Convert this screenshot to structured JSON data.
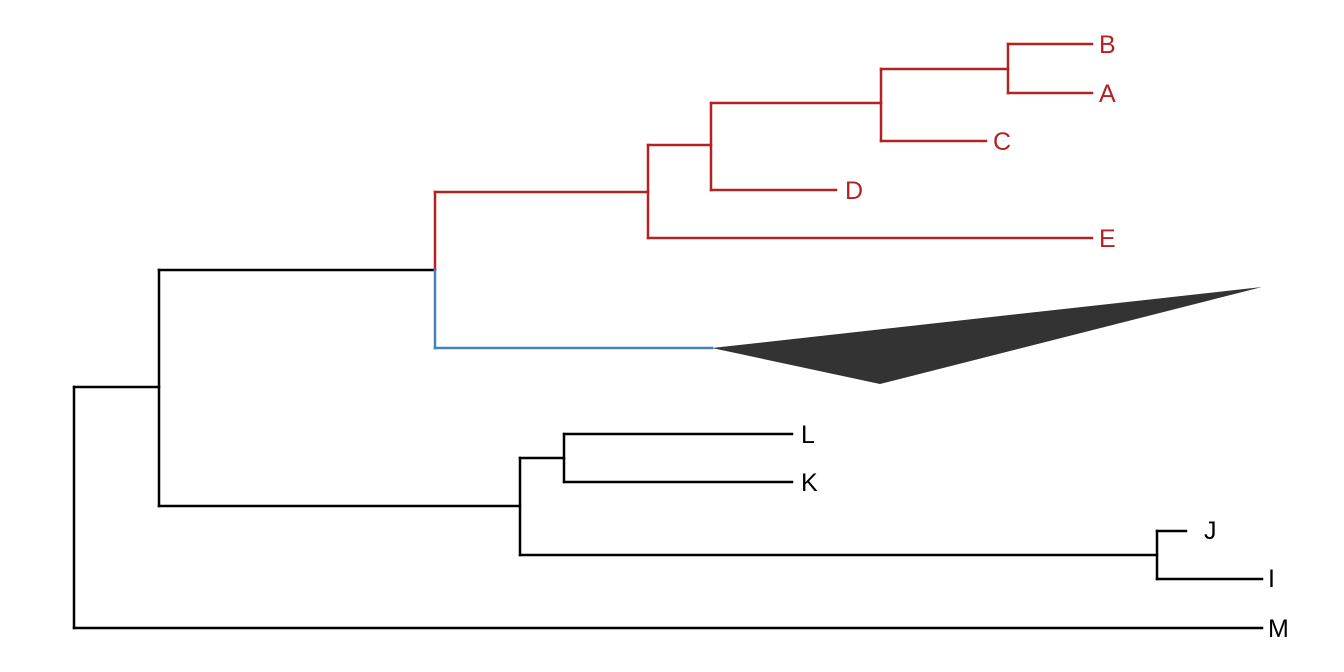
{
  "tree": {
    "colors": {
      "highlight_clade": "#B22222",
      "collapsed_clade": "#4682B4",
      "default": "#000000",
      "collapsed_triangle": "#333333"
    },
    "tips": {
      "B": "B",
      "A": "A",
      "C": "C",
      "D": "D",
      "E": "E",
      "L": "L",
      "K": "K",
      "J": "J",
      "I": "I",
      "M": "M"
    }
  }
}
